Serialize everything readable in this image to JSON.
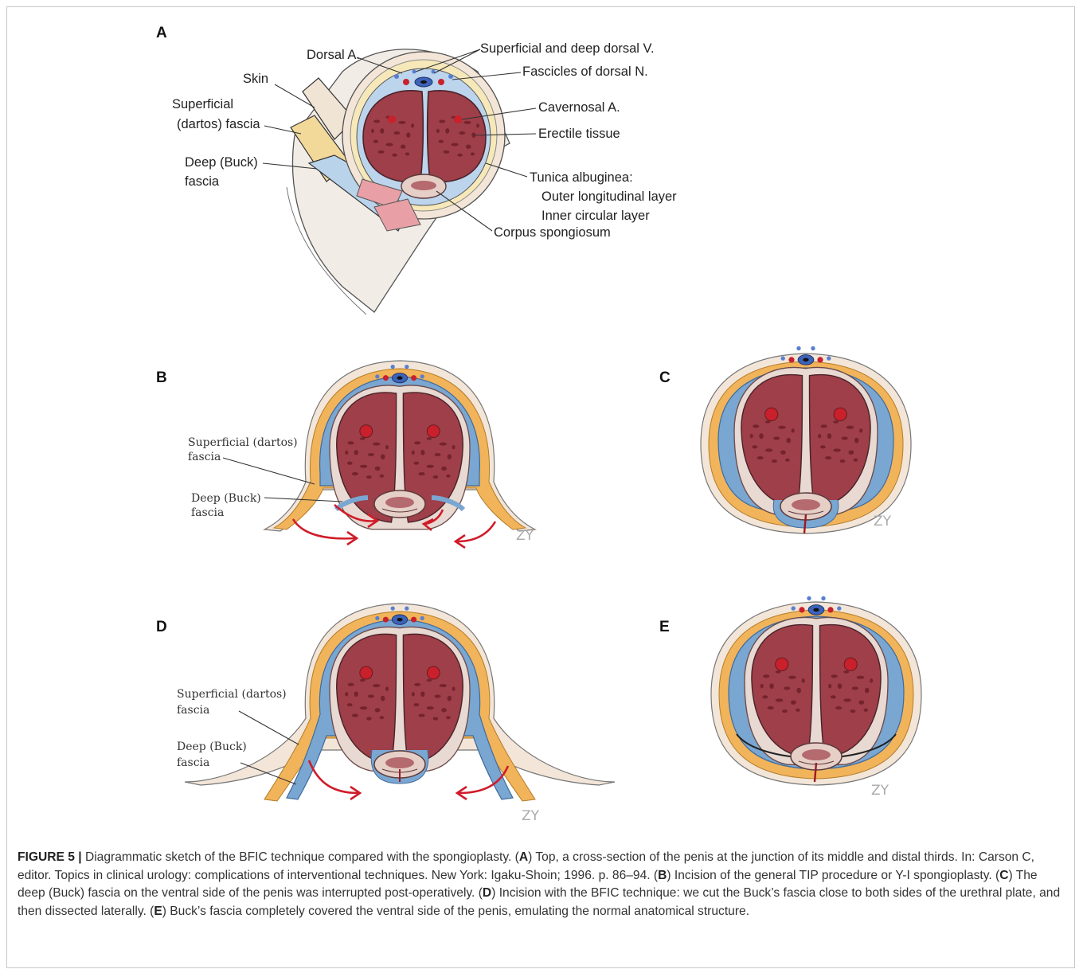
{
  "panels": {
    "a": {
      "letter": "A",
      "labels": {
        "dorsal_a": "Dorsal A.",
        "sup_deep_dorsal_v": "Superficial and deep dorsal V.",
        "fascicles": "Fascicles of dorsal N.",
        "skin": "Skin",
        "superficial_1": "Superficial",
        "superficial_2": "(dartos) fascia",
        "deep_1": "Deep (Buck)",
        "deep_2": "fascia",
        "cavernosal_a": "Cavernosal A.",
        "erectile": "Erectile tissue",
        "tunica": "Tunica albuginea:",
        "outer_layer": "Outer longitudinal layer",
        "inner_layer": "Inner circular layer",
        "corpus": "Corpus spongiosum"
      }
    },
    "b": {
      "letter": "B",
      "labels": {
        "superficial_1": "Superficial (dartos)",
        "superficial_2": "fascia",
        "deep_1": "Deep (Buck)",
        "deep_2": "fascia"
      },
      "signature": "ZY"
    },
    "c": {
      "letter": "C",
      "signature": "ZY"
    },
    "d": {
      "letter": "D",
      "labels": {
        "superficial_1": "Superficial (dartos)",
        "superficial_2": "fascia",
        "deep_1": "Deep (Buck)",
        "deep_2": "fascia"
      },
      "signature": "ZY"
    },
    "e": {
      "letter": "E",
      "signature": "ZY"
    }
  },
  "caption": {
    "figure_label": "FIGURE 5 |",
    "intro": " Diagrammatic sketch of the BFIC technique compared with the spongioplasty. (",
    "a_letter": "A",
    "a_text": ") Top, a cross-section of the penis at the junction of its middle and distal thirds. In: Carson C, editor. Topics in clinical urology: complications of interventional techniques. New York: Igaku-Shoin; 1996. p. 86–94. (",
    "b_letter": "B",
    "b_text": ") Incision of the general TIP procedure or Y-I spongioplasty. (",
    "c_letter": "C",
    "c_text": ") The deep (Buck) fascia on the ventral side of the penis was interrupted post-operatively. (",
    "d_letter": "D",
    "d_text": ") Incision with the BFIC technique: we cut the Buck’s fascia close to both sides of the urethral plate, and then dissected laterally. (",
    "e_letter": "E",
    "e_text": ") Buck’s fascia completely covered the ventral side of the penis, emulating the normal anatomical structure."
  },
  "colors": {
    "cavernosa": "#9e3f4a",
    "spots": "#6e1f28",
    "dartos": "#f1b45a",
    "buck": "#7aa6d2",
    "tunica": "#e8d9d2",
    "skin": "#f3e6d8",
    "arrow": "#d01c2a"
  }
}
